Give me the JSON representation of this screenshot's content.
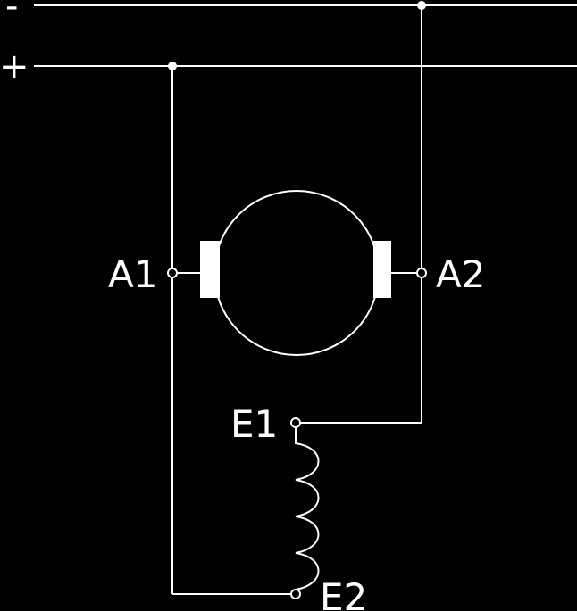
{
  "rails": {
    "negative_label": "-",
    "positive_label": "+"
  },
  "terminals": {
    "a1": "A1",
    "a2": "A2",
    "e1": "E1",
    "e2": "E2"
  },
  "colors": {
    "background": "#000000",
    "foreground": "#ffffff"
  }
}
